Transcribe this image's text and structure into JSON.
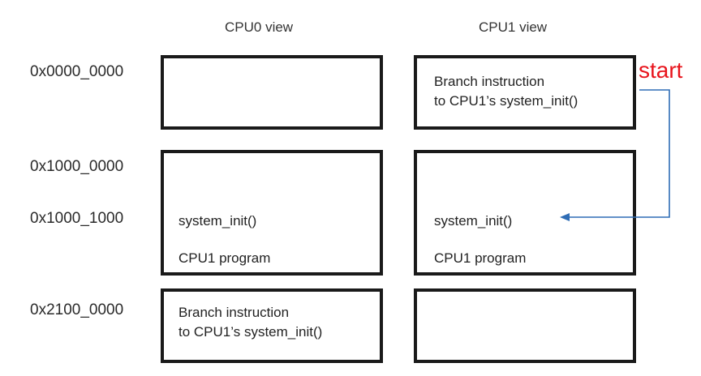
{
  "headers": {
    "cpu0": "CPU0 view",
    "cpu1": "CPU1 view"
  },
  "addresses": [
    "0x0000_0000",
    "0x1000_0000",
    "0x1000_1000",
    "0x2100_0000"
  ],
  "cpu0": {
    "mid_func": "system_init()",
    "mid_prog": "CPU1 program",
    "bottom_line1": "Branch instruction",
    "bottom_line2": "to CPU1’s system_init()"
  },
  "cpu1": {
    "top_line1": "Branch instruction",
    "top_line2": "to CPU1’s system_init()",
    "mid_func": "system_init()",
    "mid_prog": "CPU1 program"
  },
  "start": {
    "label": "start",
    "color": "#e8141c"
  },
  "arrow_color": "#2f6db5"
}
